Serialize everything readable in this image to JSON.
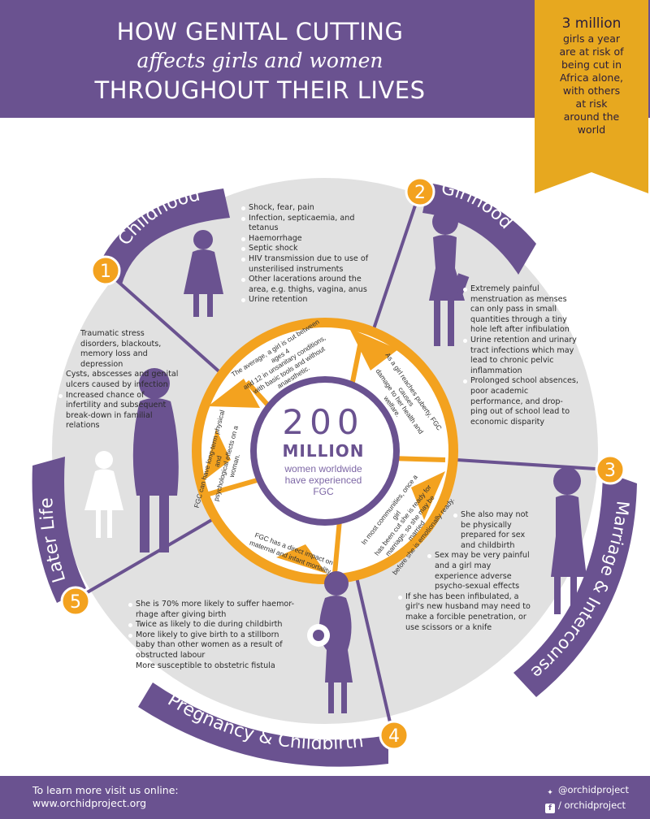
{
  "colors": {
    "purple": "#6a5290",
    "dark_purple": "#5b4480",
    "orange": "#f3a21f",
    "light_grey": "#e1e1e1",
    "ribbon_gold": "#e7a81f"
  },
  "header": {
    "title_line1": "HOW GENITAL CUTTING",
    "title_line2": "affects girls and women",
    "title_line3": "THROUGHOUT THEIR LIVES"
  },
  "ribbon": {
    "highlight": "3 million",
    "text_lines": [
      "girls a year",
      "are at risk of",
      "being cut in",
      "Africa alone,",
      "with others",
      "at risk",
      "around the",
      "world"
    ]
  },
  "center": {
    "number": "200",
    "unit": "MILLION",
    "line1": "women worldwide",
    "line2": "have experienced",
    "line3": "FGC"
  },
  "stages": [
    {
      "number": "1",
      "label": "Childhood"
    },
    {
      "number": "2",
      "label": "Girlhood"
    },
    {
      "number": "3",
      "label": "Marriage & Intercourse"
    },
    {
      "number": "4",
      "label": "Pregnancy & Childbirth"
    },
    {
      "number": "5",
      "label": "Later Life"
    }
  ],
  "inner_wedges": [
    {
      "lines": [
        "The average, a girl is cut between ages 4",
        "and 12 in unsanitary conditions,",
        "with basic tools and without",
        "anaesthetic."
      ]
    },
    {
      "lines": [
        "As a girl reaches puberty, FGC causes",
        "damage to her health and welfare."
      ]
    },
    {
      "lines": [
        "In most communities, once a girl",
        "has been cut she is ready for",
        "marriage, so she may be married",
        "before she is emotionally ready."
      ]
    },
    {
      "lines": [
        "FGC has a direct impact on",
        "maternal and infant mortality."
      ]
    },
    {
      "lines": [
        "FGC can have long-term physical and",
        "psychological effects on a",
        "woman."
      ]
    }
  ],
  "childhood_facts": [
    "Shock, fear, pain",
    "Infection, septicaemia, and tetanus",
    "Haemorrhage",
    "Septic shock",
    "HIV transmission due to use of unsterilised instruments",
    "Other lacerations around the area, e.g. thighs, vagina, anus",
    "Urine retention"
  ],
  "girlhood_facts": [
    "Extremely painful menstruation as menses can only pass in small quantities through a tiny hole left after infibulation",
    "Urine retention and urinary tract infections which may lead to chronic pelvic inflammation",
    "Prolonged school absences, poor academic performance, and drop-ping out of school lead to economic disparity"
  ],
  "marriage_facts": [
    "She also may not be physically prepared for sex and childbirth",
    "Sex may be very painful and a girl may experience adverse psycho-sexual effects",
    "If she has been infibulated, a girl's new husband may need to make a forcible penetration, or use scissors or a knife"
  ],
  "pregnancy_facts": [
    "She is 70% more likely to suffer haemor-rhage after giving birth",
    "Twice as likely to die during childbirth",
    "More likely to give birth to a stillborn baby than other women as a result of obstructed labour",
    "More susceptible to obstetric fistula"
  ],
  "later_facts": [
    "Traumatic stress disorders, blackouts, memory loss and depression",
    "Cysts, abscesses and genital ulcers caused by infection",
    "Increased chance of infertility and subsequent break-down in familial relations"
  ],
  "footer": {
    "line1": "To learn more visit us online:",
    "line2": "www.orchidproject.org",
    "twitter": "@orchidproject",
    "facebook": "/ orchidproject"
  }
}
